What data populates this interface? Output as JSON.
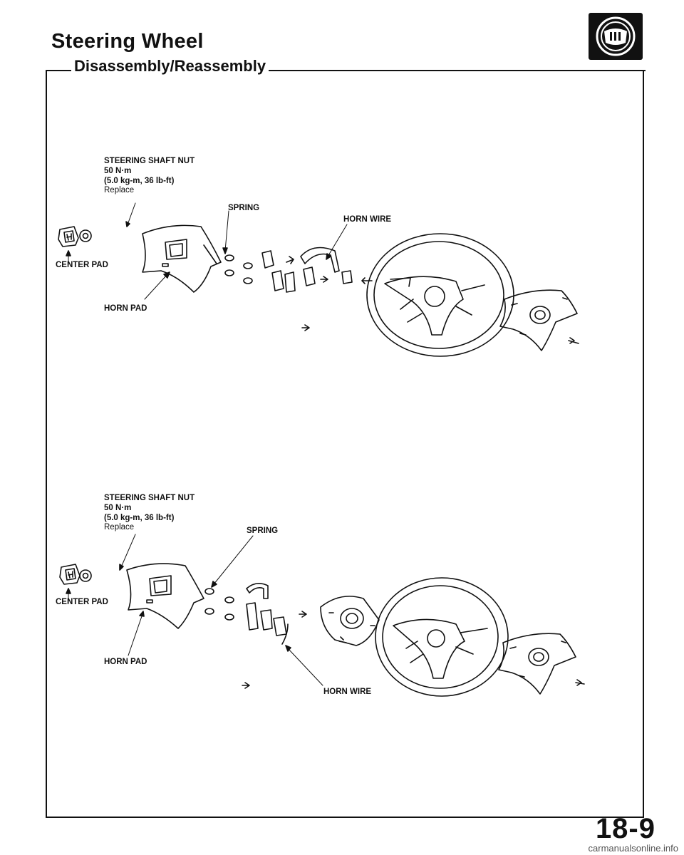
{
  "page": {
    "title": "Steering Wheel",
    "section": "Disassembly/Reassembly",
    "page_number": "18-9",
    "watermark": "carmanualsonline.info"
  },
  "diagram_top": {
    "nut_label": "STEERING SHAFT NUT",
    "nut_torque_nm": "50 N·m",
    "nut_torque_alt": "(5.0 kg-m, 36 lb-ft)",
    "nut_note": "Replace",
    "spring": "SPRING",
    "horn_wire": "HORN WIRE",
    "center_pad": "CENTER PAD",
    "horn_pad": "HORN PAD"
  },
  "diagram_bottom": {
    "nut_label": "STEERING SHAFT NUT",
    "nut_torque_nm": "50 N·m",
    "nut_torque_alt": "(5.0 kg-m, 36 lb-ft)",
    "nut_note": "Replace",
    "spring": "SPRING",
    "horn_wire": "HORN WIRE",
    "center_pad": "CENTER PAD",
    "horn_pad": "HORN PAD"
  }
}
